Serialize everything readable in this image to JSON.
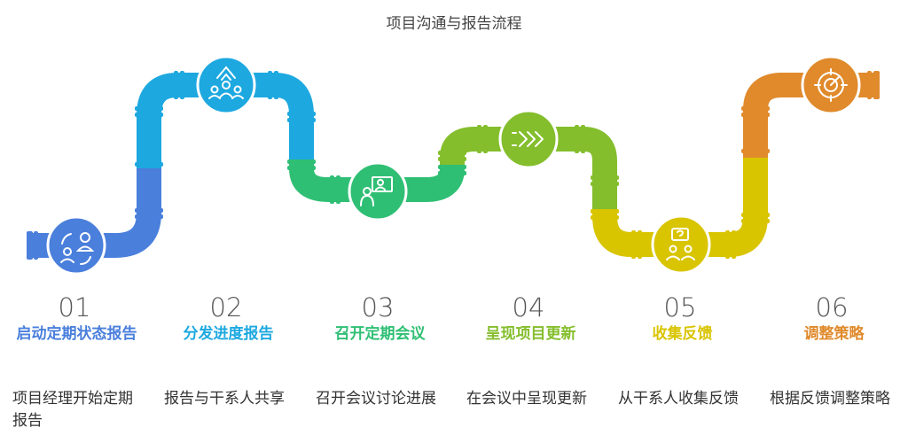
{
  "title": "项目沟通与报告流程",
  "steps": [
    {
      "num": "01",
      "label": "启动定期状态报告",
      "desc": "项目经理开始定期报告",
      "color": "#4a7fdc",
      "icon": "people-cycle-icon"
    },
    {
      "num": "02",
      "label": "分发进度报告",
      "desc": "报告与干系人共享",
      "color": "#1da8e0",
      "icon": "people-share-icon"
    },
    {
      "num": "03",
      "label": "召开定期会议",
      "desc": "召开会议讨论进展",
      "color": "#2fbf74",
      "icon": "presenter-icon"
    },
    {
      "num": "04",
      "label": "呈现项目更新",
      "desc": "在会议中呈现更新",
      "color": "#84be2c",
      "icon": "chevrons-forward-icon"
    },
    {
      "num": "05",
      "label": "收集反馈",
      "desc": "从干系人收集反馈",
      "color": "#d9c400",
      "icon": "question-people-icon"
    },
    {
      "num": "06",
      "label": "调整策略",
      "desc": "根据反馈调整策略",
      "color": "#e08a2c",
      "icon": "target-arrow-icon"
    }
  ]
}
